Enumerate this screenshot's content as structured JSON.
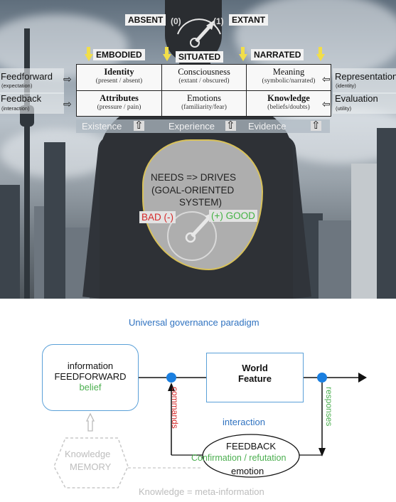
{
  "photo": {
    "top_axis": {
      "absent": "ABSENT",
      "zero": "(0)",
      "one": "(1)",
      "extant": "EXTANT"
    },
    "columns": [
      "EMBODIED",
      "SITUATED",
      "NARRATED"
    ],
    "cells": [
      {
        "title": "Identity",
        "sub": "(present / absent)"
      },
      {
        "title": "Consciousness",
        "sub": "(extant / obscured)"
      },
      {
        "title": "Meaning",
        "sub": "(symbolic/narrated)"
      },
      {
        "title": "Attributes",
        "sub": "(pressure / pain)"
      },
      {
        "title": "Emotions",
        "sub": "(familiarity/fear)"
      },
      {
        "title": "Knowledge",
        "sub": "(beliefs/doubts)"
      }
    ],
    "left": {
      "feedforward": "Feedforward",
      "feedforward_sub": "(expectation)",
      "feedback": "Feedback",
      "feedback_sub": "(interaction)"
    },
    "right": {
      "representation": "Representation",
      "representation_sub": "(identity)",
      "evaluation": "Evaluation",
      "evaluation_sub": "(utility)"
    },
    "strip": [
      "Existence",
      "Experience",
      "Evidence"
    ],
    "center": {
      "needs_line1": "NEEDS => DRIVES",
      "needs_line2": "(GOAL-ORIENTED",
      "needs_line3": "SYSTEM)",
      "bad": "BAD (-)",
      "good": "(+) GOOD"
    }
  },
  "diagram": {
    "title": "Universal governance paradigm",
    "info_line1": "information",
    "info_line2": "FEEDFORWARD",
    "info_line3": "belief",
    "world_line1": "World",
    "world_line2": "Feature",
    "commands": "commands",
    "responses": "responses",
    "interaction": "interaction",
    "feedback": "FEEDBACK",
    "confirmation": "Confirmation / refutation",
    "emotion": "emotion",
    "memory_line1": "Knowledge",
    "memory_line2": "MEMORY",
    "footer": "Knowledge = meta-information",
    "colors": {
      "blue": "#2f72c0",
      "green": "#4caf50",
      "red": "#d62828",
      "node": "#1a7fe0"
    }
  }
}
